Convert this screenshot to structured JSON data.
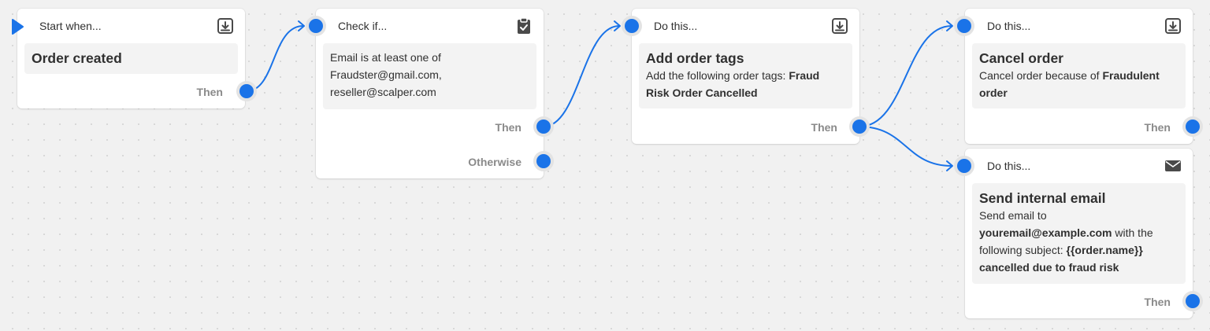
{
  "nodes": {
    "trigger": {
      "header": "Start when...",
      "icon": "import-icon",
      "title": "Order created",
      "then_label": "Then"
    },
    "condition": {
      "header": "Check if...",
      "icon": "clipboard-check-icon",
      "desc_lines": [
        "Email is at least one of",
        "Fraudster@gmail.com,",
        "reseller@scalper.com"
      ],
      "then_label": "Then",
      "otherwise_label": "Otherwise"
    },
    "tag_action": {
      "header": "Do this...",
      "icon": "import-icon",
      "title": "Add order tags",
      "desc_prefix": "Add the following order tags: ",
      "desc_bold_1": "Fraud",
      "desc_bold_2": "Risk Order Cancelled",
      "then_label": "Then"
    },
    "cancel_action": {
      "header": "Do this...",
      "icon": "import-icon",
      "title": "Cancel order",
      "desc_prefix": "Cancel order because of ",
      "desc_bold_1": "Fraudulent",
      "desc_bold_2": "order",
      "then_label": "Then"
    },
    "email_action": {
      "header": "Do this...",
      "icon": "envelope-icon",
      "title": "Send internal email",
      "line1": "Send email to",
      "line2_bold": "youremail@example.com",
      "line2_rest": " with the",
      "line3_rest": "following subject: ",
      "line3_bold": "{{order.name}}",
      "line4_bold": "cancelled due to fraud risk",
      "then_label": "Then"
    }
  },
  "colors": {
    "accent": "#1a73e8",
    "port_ring": "#e3e3e3",
    "canvas": "#f1f1f1",
    "muted_label": "#8a8a8a"
  }
}
